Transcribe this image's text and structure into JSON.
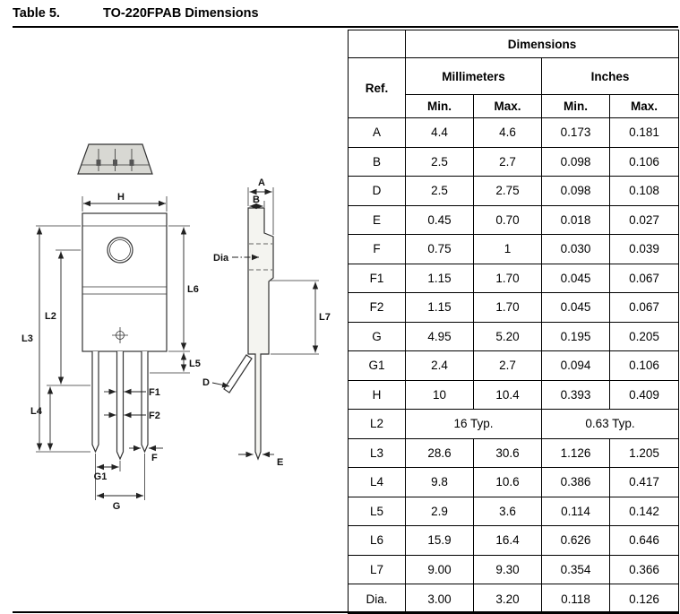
{
  "page": {
    "title_label": "Table 5.",
    "title": "TO-220FPAB Dimensions"
  },
  "table": {
    "headers": {
      "dimensions": "Dimensions",
      "ref": "Ref.",
      "millimeters": "Millimeters",
      "inches": "Inches",
      "mm_min": "Min.",
      "mm_max": "Max.",
      "in_min": "Min.",
      "in_max": "Max."
    },
    "rows": [
      {
        "ref": "A",
        "mm_min": "4.4",
        "mm_max": "4.6",
        "in_min": "0.173",
        "in_max": "0.181"
      },
      {
        "ref": "B",
        "mm_min": "2.5",
        "mm_max": "2.7",
        "in_min": "0.098",
        "in_max": "0.106"
      },
      {
        "ref": "D",
        "mm_min": "2.5",
        "mm_max": "2.75",
        "in_min": "0.098",
        "in_max": "0.108"
      },
      {
        "ref": "E",
        "mm_min": "0.45",
        "mm_max": "0.70",
        "in_min": "0.018",
        "in_max": "0.027"
      },
      {
        "ref": "F",
        "mm_min": "0.75",
        "mm_max": "1",
        "in_min": "0.030",
        "in_max": "0.039"
      },
      {
        "ref": "F1",
        "mm_min": "1.15",
        "mm_max": "1.70",
        "in_min": "0.045",
        "in_max": "0.067"
      },
      {
        "ref": "F2",
        "mm_min": "1.15",
        "mm_max": "1.70",
        "in_min": "0.045",
        "in_max": "0.067"
      },
      {
        "ref": "G",
        "mm_min": "4.95",
        "mm_max": "5.20",
        "in_min": "0.195",
        "in_max": "0.205"
      },
      {
        "ref": "G1",
        "mm_min": "2.4",
        "mm_max": "2.7",
        "in_min": "0.094",
        "in_max": "0.106"
      },
      {
        "ref": "H",
        "mm_min": "10",
        "mm_max": "10.4",
        "in_min": "0.393",
        "in_max": "0.409"
      },
      {
        "ref": "L2",
        "mm_typ": "16 Typ.",
        "in_typ": "0.63 Typ."
      },
      {
        "ref": "L3",
        "mm_min": "28.6",
        "mm_max": "30.6",
        "in_min": "1.126",
        "in_max": "1.205"
      },
      {
        "ref": "L4",
        "mm_min": "9.8",
        "mm_max": "10.6",
        "in_min": "0.386",
        "in_max": "0.417"
      },
      {
        "ref": "L5",
        "mm_min": "2.9",
        "mm_max": "3.6",
        "in_min": "0.114",
        "in_max": "0.142"
      },
      {
        "ref": "L6",
        "mm_min": "15.9",
        "mm_max": "16.4",
        "in_min": "0.626",
        "in_max": "0.646"
      },
      {
        "ref": "L7",
        "mm_min": "9.00",
        "mm_max": "9.30",
        "in_min": "0.354",
        "in_max": "0.366"
      },
      {
        "ref": "Dia.",
        "mm_min": "3.00",
        "mm_max": "3.20",
        "in_min": "0.118",
        "in_max": "0.126"
      }
    ]
  },
  "drawing": {
    "labels": {
      "H": "H",
      "L2": "L2",
      "L3": "L3",
      "L4": "L4",
      "L5": "L5",
      "L6": "L6",
      "F": "F",
      "F1": "F1",
      "F2": "F2",
      "G": "G",
      "G1": "G1",
      "A": "A",
      "B": "B",
      "Dia": "Dia",
      "L7": "L7",
      "D": "D",
      "E": "E"
    }
  }
}
